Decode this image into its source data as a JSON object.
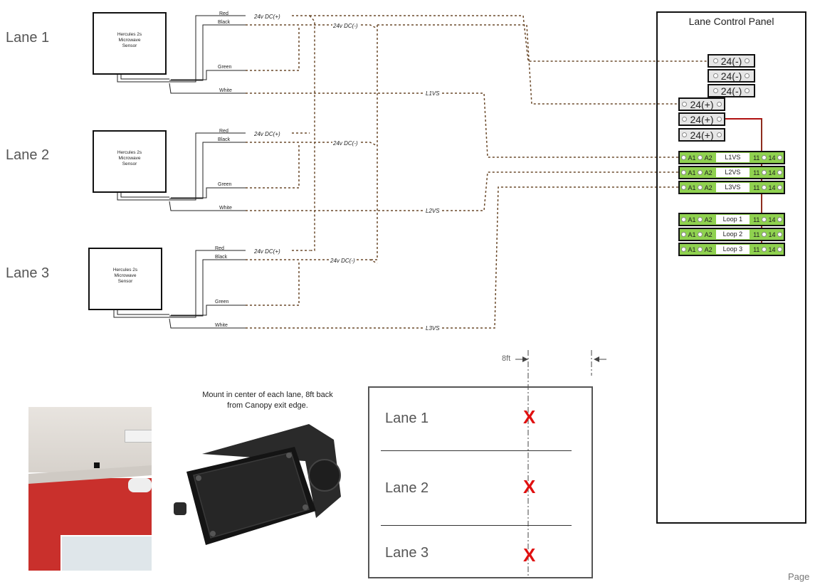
{
  "lanes": [
    "Lane 1",
    "Lane 2",
    "Lane 3"
  ],
  "sensor_label": "Hercules 2s\nMicrowave\nSensor",
  "wire_colors": {
    "red": "Red",
    "black": "Black",
    "green": "Green",
    "white": "White"
  },
  "voltage_labels": {
    "positive": "24v DC(+)",
    "negative": "24v DC(-)"
  },
  "signal_labels": [
    "L1VS",
    "L2VS",
    "L3VS"
  ],
  "panel": {
    "title": "Lane Control Panel",
    "neg_terminals": [
      "24(-)",
      "24(-)",
      "24(-)"
    ],
    "pos_terminals": [
      "24(+)",
      "24(+)",
      "24(+)"
    ],
    "relay_rows": [
      {
        "a1": "A1",
        "a2": "A2",
        "label": "L1VS",
        "t11": "11",
        "t14": "14"
      },
      {
        "a1": "A1",
        "a2": "A2",
        "label": "L2VS",
        "t11": "11",
        "t14": "14"
      },
      {
        "a1": "A1",
        "a2": "A2",
        "label": "L3VS",
        "t11": "11",
        "t14": "14"
      }
    ],
    "loop_rows": [
      {
        "a1": "A1",
        "a2": "A2",
        "label": "Loop 1",
        "t11": "11",
        "t14": "14"
      },
      {
        "a1": "A1",
        "a2": "A2",
        "label": "Loop 2",
        "t11": "11",
        "t14": "14"
      },
      {
        "a1": "A1",
        "a2": "A2",
        "label": "Loop 3",
        "t11": "11",
        "t14": "14"
      }
    ]
  },
  "mount_caption": "Mount in center of each lane, 8ft back from Canopy exit edge.",
  "layout_box": {
    "lanes": [
      "Lane 1",
      "Lane 2",
      "Lane 3"
    ],
    "marker": "X",
    "dimension": "8ft"
  },
  "page_label": "Page",
  "colors": {
    "marker": "#e01010",
    "terminal_green": "#8fd14f",
    "jumper": "#b01010",
    "wire_dotted": "#6b4a2b"
  }
}
